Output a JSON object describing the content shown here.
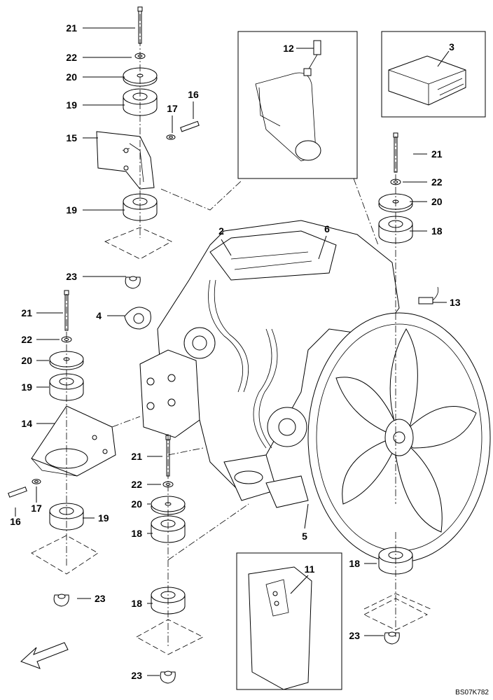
{
  "callouts": {
    "c21a": "21",
    "c22a": "22",
    "c20a": "20",
    "c19a": "19",
    "c15": "15",
    "c17a": "17",
    "c16a": "16",
    "c19b": "19",
    "c23a": "23",
    "c12": "12",
    "c3": "3",
    "c21b": "21",
    "c22b": "22",
    "c20b": "20",
    "c18a": "18",
    "c2": "2",
    "c6": "6",
    "c4": "4",
    "c13": "13",
    "c21c": "21",
    "c22c": "22",
    "c20c": "20",
    "c19c": "19",
    "c14": "14",
    "c16b": "16",
    "c17b": "17",
    "c19d": "19",
    "c23b": "23",
    "c21d": "21",
    "c22d": "22",
    "c20d": "20",
    "c18b": "18",
    "c5": "5",
    "c11": "11",
    "c18c": "18",
    "c18d": "18",
    "c23c": "23",
    "c23d": "23"
  },
  "drawing_code": "BS07K782"
}
